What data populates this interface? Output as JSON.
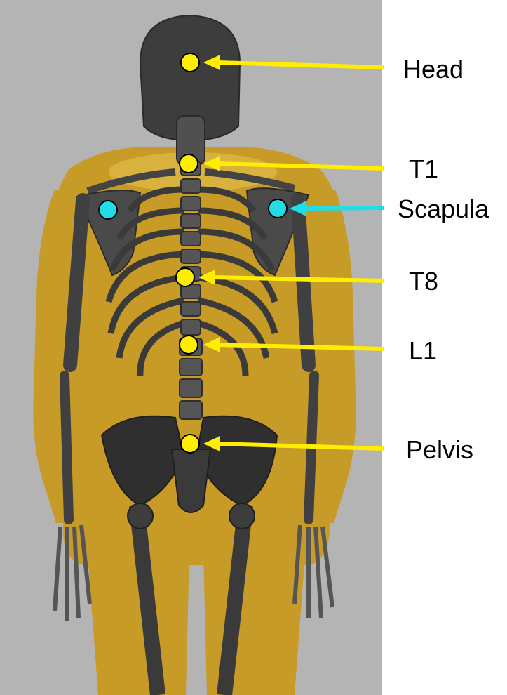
{
  "colors": {
    "background_panel": "#b4b4b4",
    "body_skin": "#c99a20",
    "bone": "#3d3d3d",
    "bone_highlight": "#6a6a6a",
    "spine_marker": "#ffee00",
    "scapula_marker": "#22dde6",
    "spine_arrow": "#ffee00",
    "scapula_arrow": "#22dde6",
    "marker_outline": "#000000"
  },
  "labels": {
    "head": "Head",
    "t1": "T1",
    "scapula": "Scapula",
    "t8": "T8",
    "l1": "L1",
    "pelvis": "Pelvis"
  }
}
